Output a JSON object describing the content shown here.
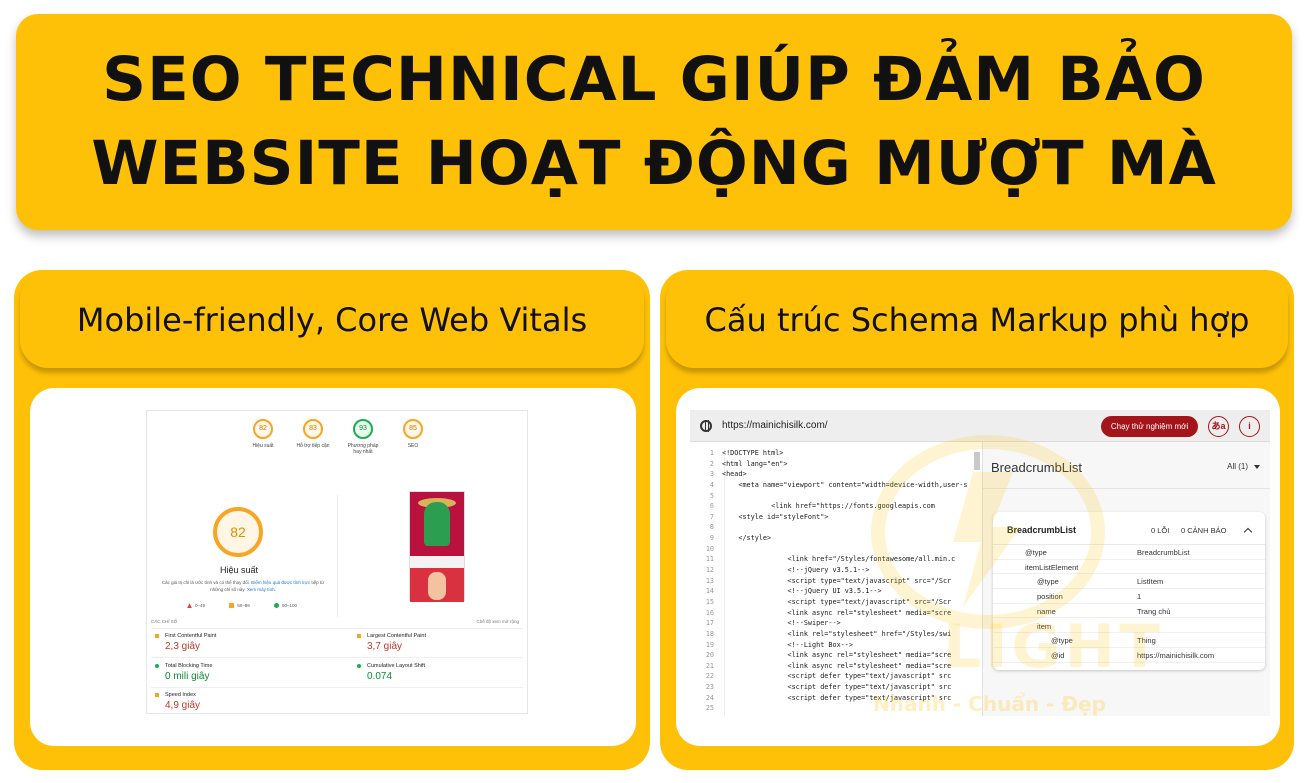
{
  "banner": {
    "line1": "SEO TECHNICAL GIÚP ĐẢM BẢO",
    "line2": "WEBSITE HOẠT ĐỘNG MƯỢT MÀ"
  },
  "left_panel": {
    "title": "Mobile-friendly, Core Web Vitals",
    "report": {
      "gauges": [
        {
          "score": "82",
          "label": "Hiệu suất"
        },
        {
          "score": "83",
          "label": "Hỗ trợ tiếp cận"
        },
        {
          "score": "93",
          "label": "Phương pháp hay nhất"
        },
        {
          "score": "85",
          "label": "SEO"
        }
      ],
      "main_score": "82",
      "main_label": "Hiệu suất",
      "note_text": "Các giá trị chỉ là ước tính và có thể thay đổi.",
      "note_link1": "Điểm hiệu quả được tính trực",
      "note_text2": "tiếp từ những chỉ số này.",
      "note_link2": "Xem máy tính.",
      "legend": [
        "0–49",
        "50–89",
        "90–100"
      ],
      "metrics_header": "CÁC CHỈ SỐ",
      "metrics_expand": "Chế độ xem mở rộng",
      "metrics": [
        {
          "name": "First Contentful Paint",
          "value": "2,3 giây"
        },
        {
          "name": "Largest Contentful Paint",
          "value": "3,7 giây"
        },
        {
          "name": "Total Blocking Time",
          "value": "0 mili giây"
        },
        {
          "name": "Cumulative Layout Shift",
          "value": "0.074"
        },
        {
          "name": "Speed Index",
          "value": "4,9 giây"
        }
      ]
    }
  },
  "right_panel": {
    "title": "Cấu trúc Schema Markup phù hợp",
    "tester": {
      "url": "https://mainichisilk.com/",
      "run_button": "Chạy thử nghiệm mới",
      "translate_button": "あa",
      "info_button": "i",
      "code_lines": [
        "<!DOCTYPE html>",
        "<html lang=\"en\">",
        "<head>",
        "    <meta name=\"viewport\" content=\"width=device-width,user-s",
        "",
        "            <link href=\"https://fonts.googleapis.com",
        "    <style id=\"styleFont\">",
        "",
        "    </style>",
        "",
        "                <link href=\"/Styles/fontawesome/all.min.c",
        "                <!--jQuery v3.5.1-->",
        "                <script type=\"text/javascript\" src=\"/Scr",
        "                <!--jQuery UI v3.5.1-->",
        "                <script type=\"text/javascript\" src=\"/Scr",
        "                <link async rel=\"stylesheet\" media=\"scre",
        "                <!--Swiper-->",
        "                <link rel=\"stylesheet\" href=\"/Styles/swi",
        "                <!--Light Box-->",
        "                <link async rel=\"stylesheet\" media=\"scre",
        "                <link async rel=\"stylesheet\" media=\"scre",
        "                <script defer type=\"text/javascript\" src",
        "                <script defer type=\"text/javascript\" src",
        "                <script defer type=\"text/javascript\" src",
        ""
      ],
      "schema_type": "BreadcrumbList",
      "filter": "All (1)",
      "card": {
        "title": "BreadcrumbList",
        "errors": "0 LỖI",
        "warnings": "0 CẢNH BÁO",
        "rows": [
          {
            "key": "@type",
            "value": "BreadcrumbList",
            "indent": 1
          },
          {
            "key": "itemListElement",
            "value": "",
            "indent": 1
          },
          {
            "key": "@type",
            "value": "ListItem",
            "indent": 2
          },
          {
            "key": "position",
            "value": "1",
            "indent": 2
          },
          {
            "key": "name",
            "value": "Trang chủ",
            "indent": 2
          },
          {
            "key": "item",
            "value": "",
            "indent": 2
          },
          {
            "key": "@type",
            "value": "Thing",
            "indent": 3
          },
          {
            "key": "@id",
            "value": "https://mainichisilk.com",
            "indent": 3
          }
        ]
      }
    }
  },
  "watermark": {
    "brand": "LIGHT",
    "slogan": "Nhanh - Chuẩn - Đẹp"
  },
  "colors": {
    "accent_yellow": "#FFC107",
    "run_button_red": "#A3151A"
  }
}
